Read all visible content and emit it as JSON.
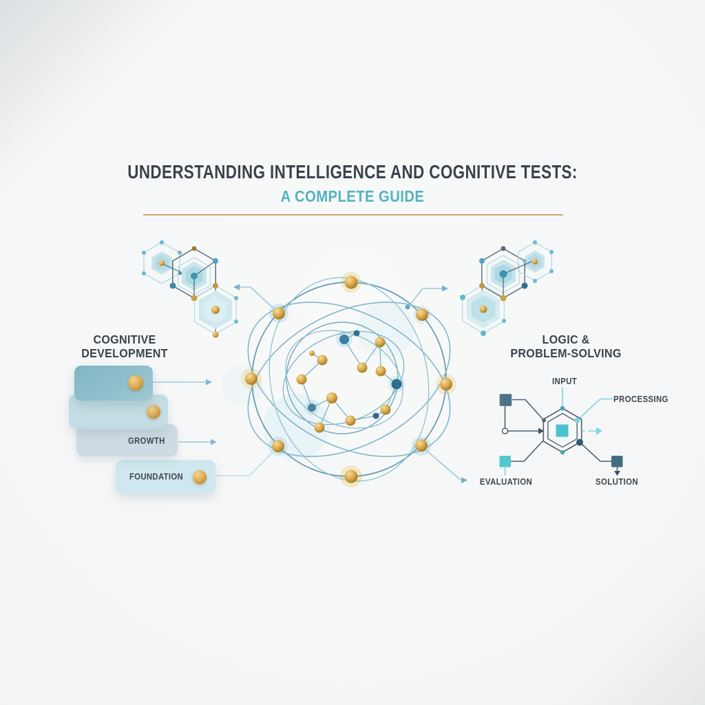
{
  "title": {
    "line1": "UNDERSTANDING INTELLIGENCE AND COGNITIVE TESTS:",
    "line2": "A COMPLETE GUIDE"
  },
  "left_section": {
    "heading_line1": "COGNITIVE",
    "heading_line2": "DEVELOPMENT",
    "bars": [
      {
        "label": ""
      },
      {
        "label": ""
      },
      {
        "label": "GROWTH"
      },
      {
        "label": "FOUNDATION"
      }
    ]
  },
  "right_section": {
    "heading_line1": "LOGIC &",
    "heading_line2": "PROBLEM-SOLVING",
    "flow_labels": {
      "input": "INPUT",
      "processing": "PROCESSING",
      "evaluation": "EVALUATION",
      "solution": "SOLUTION"
    }
  },
  "icons": {
    "center": "neural-network-orbits",
    "left_decoration": "hexagon-molecule-cluster",
    "right_decoration": "hexagon-molecule-cluster",
    "flowchart_core": "nested-hexagon-core"
  },
  "colors": {
    "title_text": "#3a424b",
    "subtitle_teal": "#54b2c2",
    "divider_gold": "#c6a166",
    "heading_text": "#3c444c",
    "node_gold": "#d8a74e",
    "node_teal": "#35708e",
    "network_line": "#7cb4c8",
    "flow_dark_line": "#4d6070",
    "flow_teal_line": "#7ed6de",
    "square_input": "#4b7286",
    "square_evaluation": "#54c7cf",
    "square_solution": "#3f6e80",
    "square_core": "#4ac3cc",
    "bar_top_teal": "#86b8c7",
    "bar_light": "#cfe7ee"
  }
}
